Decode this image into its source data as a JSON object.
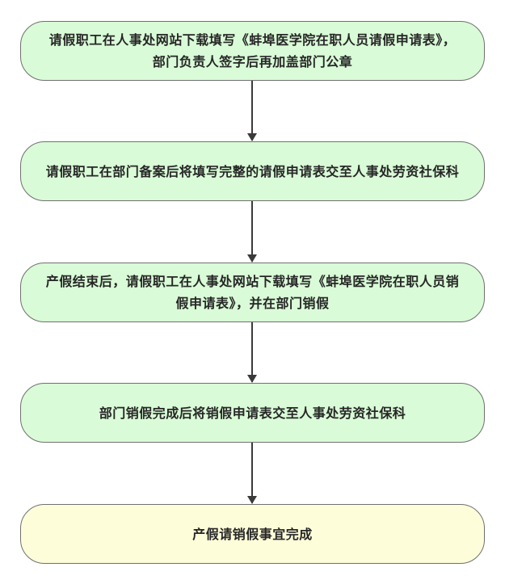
{
  "flowchart": {
    "steps": [
      {
        "text": "请假职工在人事处网站下载填写《蚌埠医学院在职人员请假申请表》，部门负责人签字后再加盖部门公章",
        "status": "process"
      },
      {
        "text": "请假职工在部门备案后将填写完整的请假申请表交至人事处劳资社保科",
        "status": "process"
      },
      {
        "text": "产假结束后，请假职工在人事处网站下载填写《蚌埠医学院在职人员销假申请表》，并在部门销假",
        "status": "process"
      },
      {
        "text": "部门销假完成后将销假申请表交至人事处劳资社保科",
        "status": "process"
      },
      {
        "text": "产假请销假事宜完成",
        "status": "end"
      }
    ],
    "colors": {
      "process_fill": "#d9fbd7",
      "end_fill": "#fefdd9",
      "border": "#707070",
      "arrow": "#3a3a3a"
    }
  }
}
